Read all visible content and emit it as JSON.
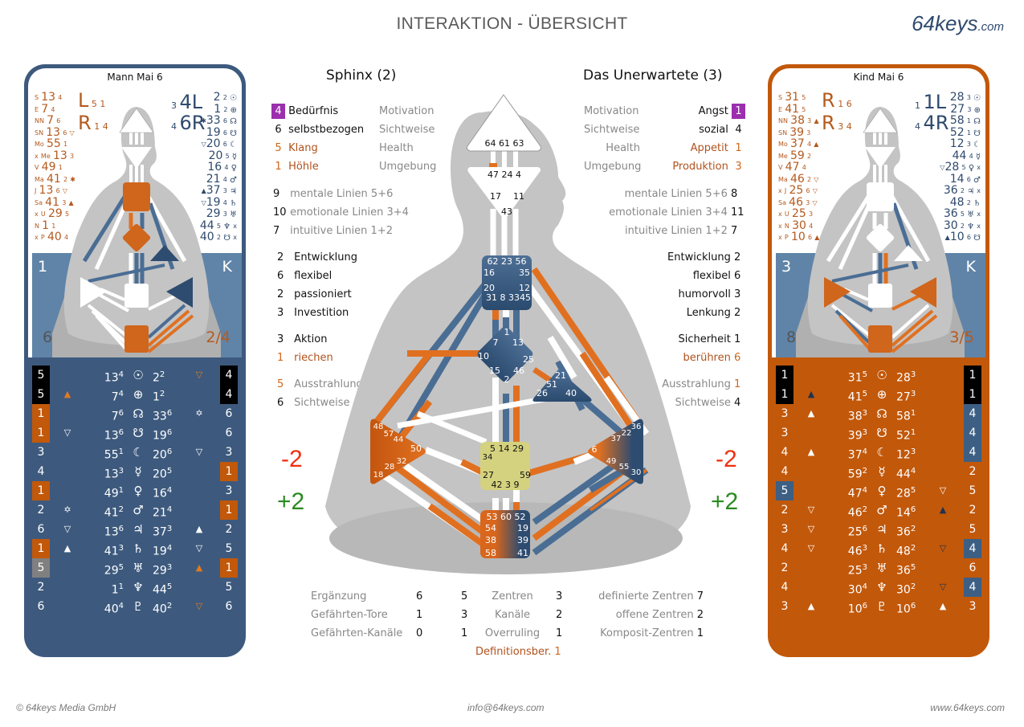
{
  "header": {
    "title": "INTERAKTION - ÜBERSICHT",
    "brand_main": "64keys",
    "brand_suffix": ".com"
  },
  "footer": {
    "copyright": "© 64keys Media GmbH",
    "email": "info@64keys.com",
    "website": "www.64keys.com"
  },
  "colors": {
    "blue": "#3d5a7e",
    "orange": "#c2580a",
    "purple": "#9b2fae",
    "red": "#f03010",
    "green": "#2a8a20",
    "yellow_center": "#d4d27e"
  },
  "left_panel": {
    "title": "Mann Mai 6",
    "top_left_letters": [
      {
        "letter": "L",
        "a": "5",
        "b": "1"
      },
      {
        "letter": "R",
        "a": "1",
        "b": "4"
      }
    ],
    "top_right_letters": [
      {
        "letter": "L",
        "a": "3",
        "b": "4"
      },
      {
        "letter": "R",
        "a": "4",
        "b": "6"
      }
    ],
    "personality_list": [
      {
        "p": "S",
        "g": "13",
        "l": "4",
        "m": ""
      },
      {
        "p": "E",
        "g": "7",
        "l": "4",
        "m": ""
      },
      {
        "p": "NN",
        "g": "7",
        "l": "6",
        "m": ""
      },
      {
        "p": "SN",
        "g": "13",
        "l": "6",
        "m": "▽"
      },
      {
        "p": "Mo",
        "g": "55",
        "l": "1",
        "m": ""
      },
      {
        "p": "Me",
        "g": "13",
        "l": "3",
        "m": "",
        "x": "x"
      },
      {
        "p": "V",
        "g": "49",
        "l": "1",
        "m": ""
      },
      {
        "p": "Ma",
        "g": "41",
        "l": "2",
        "m": "✱"
      },
      {
        "p": "J",
        "g": "13",
        "l": "6",
        "m": "▽"
      },
      {
        "p": "Sa",
        "g": "41",
        "l": "3",
        "m": "▲"
      },
      {
        "p": "U",
        "g": "29",
        "l": "5",
        "m": "",
        "x": "x"
      },
      {
        "p": "N",
        "g": "1",
        "l": "1",
        "m": ""
      },
      {
        "p": "P",
        "g": "40",
        "l": "4",
        "m": "",
        "x": "x"
      }
    ],
    "design_list": [
      {
        "g": "2",
        "l": "2",
        "s": "☉",
        "m": ""
      },
      {
        "g": "1",
        "l": "2",
        "s": "⊕",
        "m": ""
      },
      {
        "g": "33",
        "l": "6",
        "s": "☊",
        "m": "✱"
      },
      {
        "g": "19",
        "l": "6",
        "s": "☋",
        "m": ""
      },
      {
        "g": "20",
        "l": "6",
        "s": "☾",
        "m": "▽"
      },
      {
        "g": "20",
        "l": "5",
        "s": "☿",
        "m": ""
      },
      {
        "g": "16",
        "l": "4",
        "s": "♀",
        "m": ""
      },
      {
        "g": "21",
        "l": "4",
        "s": "♂",
        "m": ""
      },
      {
        "g": "37",
        "l": "3",
        "s": "♃",
        "m": "▲"
      },
      {
        "g": "19",
        "l": "4",
        "s": "♄",
        "m": "▽"
      },
      {
        "g": "29",
        "l": "3",
        "s": "♅",
        "m": ""
      },
      {
        "g": "44",
        "l": "5",
        "s": "♆",
        "m": "",
        "x": "x"
      },
      {
        "g": "40",
        "l": "2",
        "s": "☋",
        "m": "",
        "x": "x"
      }
    ],
    "corner_top_left": "1",
    "corner_top_right": "K",
    "corner_bottom_left": "6",
    "profile": "2/4",
    "gate_table": [
      {
        "ln": "5",
        "lbg": "black",
        "lm": "",
        "pg": "13",
        "pl": "4",
        "sym": "☉",
        "dg": "2",
        "dl": "2",
        "rm": "▽",
        "rmc": "orange",
        "rn": "4",
        "rbg": "black"
      },
      {
        "ln": "5",
        "lbg": "black",
        "lm": "▲",
        "lmc": "orange",
        "pg": "7",
        "pl": "4",
        "sym": "⊕",
        "dg": "1",
        "dl": "2",
        "rm": "",
        "rn": "4",
        "rbg": "black"
      },
      {
        "ln": "1",
        "lbg": "orange",
        "lm": "",
        "pg": "7",
        "pl": "6",
        "sym": "☊",
        "dg": "33",
        "dl": "6",
        "rm": "✡",
        "rn": "6",
        "rbg": ""
      },
      {
        "ln": "1",
        "lbg": "orange",
        "lm": "▽",
        "pg": "13",
        "pl": "6",
        "sym": "☋",
        "dg": "19",
        "dl": "6",
        "rm": "",
        "rn": "6",
        "rbg": ""
      },
      {
        "ln": "3",
        "lbg": "",
        "lm": "",
        "pg": "55",
        "pl": "1",
        "sym": "☾",
        "dg": "20",
        "dl": "6",
        "rm": "▽",
        "rn": "3",
        "rbg": ""
      },
      {
        "ln": "4",
        "lbg": "",
        "lm": "",
        "pg": "13",
        "pl": "3",
        "sym": "☿",
        "dg": "20",
        "dl": "5",
        "rm": "",
        "rn": "1",
        "rbg": "orange"
      },
      {
        "ln": "1",
        "lbg": "orange",
        "lm": "",
        "pg": "49",
        "pl": "1",
        "sym": "♀",
        "dg": "16",
        "dl": "4",
        "rm": "",
        "rn": "3",
        "rbg": ""
      },
      {
        "ln": "2",
        "lbg": "",
        "lm": "✡",
        "pg": "41",
        "pl": "2",
        "sym": "♂",
        "dg": "21",
        "dl": "4",
        "rm": "",
        "rn": "1",
        "rbg": "orange"
      },
      {
        "ln": "6",
        "lbg": "",
        "lm": "▽",
        "pg": "13",
        "pl": "6",
        "sym": "♃",
        "dg": "37",
        "dl": "3",
        "rm": "▲",
        "rn": "2",
        "rbg": ""
      },
      {
        "ln": "1",
        "lbg": "orange",
        "lm": "▲",
        "pg": "41",
        "pl": "3",
        "sym": "♄",
        "dg": "19",
        "dl": "4",
        "rm": "▽",
        "rn": "5",
        "rbg": ""
      },
      {
        "ln": "5",
        "lbg": "grey",
        "lm": "",
        "pg": "29",
        "pl": "5",
        "sym": "♅",
        "dg": "29",
        "dl": "3",
        "rm": "▲",
        "rmc": "orange",
        "rn": "1",
        "rbg": "orange"
      },
      {
        "ln": "2",
        "lbg": "",
        "lm": "",
        "pg": "1",
        "pl": "1",
        "sym": "♆",
        "dg": "44",
        "dl": "5",
        "rm": "",
        "rn": "5",
        "rbg": ""
      },
      {
        "ln": "6",
        "lbg": "",
        "lm": "",
        "pg": "40",
        "pl": "4",
        "sym": "♇",
        "dg": "40",
        "dl": "2",
        "rm": "▽",
        "rmc": "orange",
        "rn": "6",
        "rbg": ""
      }
    ]
  },
  "right_panel": {
    "title": "Kind Mai 6",
    "top_left_letters": [
      {
        "letter": "R",
        "a": "1",
        "b": "6"
      },
      {
        "letter": "R",
        "a": "3",
        "b": "4"
      }
    ],
    "top_right_letters": [
      {
        "letter": "L",
        "a": "1",
        "b": "1"
      },
      {
        "letter": "R",
        "a": "4",
        "b": "4"
      }
    ],
    "personality_list": [
      {
        "p": "S",
        "g": "31",
        "l": "5",
        "m": ""
      },
      {
        "p": "E",
        "g": "41",
        "l": "5",
        "m": ""
      },
      {
        "p": "NN",
        "g": "38",
        "l": "3",
        "m": "▲"
      },
      {
        "p": "SN",
        "g": "39",
        "l": "3",
        "m": ""
      },
      {
        "p": "Mo",
        "g": "37",
        "l": "4",
        "m": "▲"
      },
      {
        "p": "Me",
        "g": "59",
        "l": "2",
        "m": ""
      },
      {
        "p": "V",
        "g": "47",
        "l": "4",
        "m": ""
      },
      {
        "p": "Ma",
        "g": "46",
        "l": "2",
        "m": "▽"
      },
      {
        "p": "J",
        "g": "25",
        "l": "6",
        "m": "▽",
        "x": "x"
      },
      {
        "p": "Sa",
        "g": "46",
        "l": "3",
        "m": "▽"
      },
      {
        "p": "U",
        "g": "25",
        "l": "3",
        "m": "",
        "x": "x"
      },
      {
        "p": "N",
        "g": "30",
        "l": "4",
        "m": "",
        "x": "x"
      },
      {
        "p": "P",
        "g": "10",
        "l": "6",
        "m": "▲",
        "x": "x"
      }
    ],
    "design_list": [
      {
        "g": "28",
        "l": "3",
        "s": "☉",
        "m": ""
      },
      {
        "g": "27",
        "l": "3",
        "s": "⊕",
        "m": ""
      },
      {
        "g": "58",
        "l": "1",
        "s": "☊",
        "m": ""
      },
      {
        "g": "52",
        "l": "1",
        "s": "☋",
        "m": ""
      },
      {
        "g": "12",
        "l": "3",
        "s": "☾",
        "m": ""
      },
      {
        "g": "44",
        "l": "4",
        "s": "☿",
        "m": ""
      },
      {
        "g": "28",
        "l": "5",
        "s": "♀",
        "m": "▽",
        "x": "x"
      },
      {
        "g": "14",
        "l": "6",
        "s": "♂",
        "m": ""
      },
      {
        "g": "36",
        "l": "2",
        "s": "♃",
        "m": "",
        "x": "x"
      },
      {
        "g": "48",
        "l": "2",
        "s": "♄",
        "m": ""
      },
      {
        "g": "36",
        "l": "5",
        "s": "♅",
        "m": "",
        "x": "x"
      },
      {
        "g": "30",
        "l": "2",
        "s": "♆",
        "m": "",
        "x": "x"
      },
      {
        "g": "10",
        "l": "6",
        "s": "☋",
        "m": "▲"
      }
    ],
    "corner_top_left": "3",
    "corner_top_right": "K",
    "corner_bottom_left": "8",
    "profile": "3/5",
    "gate_table": [
      {
        "ln": "1",
        "lbg": "black",
        "lm": "",
        "pg": "31",
        "pl": "5",
        "sym": "☉",
        "dg": "28",
        "dl": "3",
        "rm": "",
        "rn": "1",
        "rbg": "black"
      },
      {
        "ln": "1",
        "lbg": "black",
        "lm": "▲",
        "lmc": "navy",
        "pg": "41",
        "pl": "5",
        "sym": "⊕",
        "dg": "27",
        "dl": "3",
        "rm": "",
        "rn": "1",
        "rbg": "black"
      },
      {
        "ln": "3",
        "lbg": "",
        "lm": "▲",
        "pg": "38",
        "pl": "3",
        "sym": "☊",
        "dg": "58",
        "dl": "1",
        "rm": "",
        "rn": "4",
        "rbg": "blue"
      },
      {
        "ln": "3",
        "lbg": "",
        "lm": "",
        "pg": "39",
        "pl": "3",
        "sym": "☋",
        "dg": "52",
        "dl": "1",
        "rm": "",
        "rn": "4",
        "rbg": "blue"
      },
      {
        "ln": "4",
        "lbg": "",
        "lm": "▲",
        "pg": "37",
        "pl": "4",
        "sym": "☾",
        "dg": "12",
        "dl": "3",
        "rm": "",
        "rn": "4",
        "rbg": "blue"
      },
      {
        "ln": "4",
        "lbg": "",
        "lm": "",
        "pg": "59",
        "pl": "2",
        "sym": "☿",
        "dg": "44",
        "dl": "4",
        "rm": "",
        "rn": "2",
        "rbg": ""
      },
      {
        "ln": "5",
        "lbg": "blue",
        "lm": "",
        "pg": "47",
        "pl": "4",
        "sym": "♀",
        "dg": "28",
        "dl": "5",
        "rm": "▽",
        "rn": "5",
        "rbg": ""
      },
      {
        "ln": "2",
        "lbg": "",
        "lm": "▽",
        "pg": "46",
        "pl": "2",
        "sym": "♂",
        "dg": "14",
        "dl": "6",
        "rm": "▲",
        "rmc": "navy",
        "rn": "2",
        "rbg": ""
      },
      {
        "ln": "3",
        "lbg": "",
        "lm": "▽",
        "pg": "25",
        "pl": "6",
        "sym": "♃",
        "dg": "36",
        "dl": "2",
        "rm": "",
        "rn": "5",
        "rbg": ""
      },
      {
        "ln": "4",
        "lbg": "",
        "lm": "▽",
        "pg": "46",
        "pl": "3",
        "sym": "♄",
        "dg": "48",
        "dl": "2",
        "rm": "▽",
        "rmc": "navy",
        "rn": "4",
        "rbg": "blue"
      },
      {
        "ln": "2",
        "lbg": "",
        "lm": "",
        "pg": "25",
        "pl": "3",
        "sym": "♅",
        "dg": "36",
        "dl": "5",
        "rm": "",
        "rn": "6",
        "rbg": ""
      },
      {
        "ln": "4",
        "lbg": "",
        "lm": "",
        "pg": "30",
        "pl": "4",
        "sym": "♆",
        "dg": "30",
        "dl": "2",
        "rm": "▽",
        "rmc": "navy",
        "rn": "4",
        "rbg": "blue"
      },
      {
        "ln": "3",
        "lbg": "",
        "lm": "▲",
        "pg": "10",
        "pl": "6",
        "sym": "♇",
        "dg": "10",
        "dl": "6",
        "rm": "▲",
        "rn": "3",
        "rbg": ""
      }
    ]
  },
  "left_stats": {
    "heading": "Sphinx (2)",
    "variables": [
      {
        "n": "4",
        "label": "Bedürfnis",
        "cat": "Motivation",
        "badge": true,
        "color": "dark"
      },
      {
        "n": "6",
        "label": "selbstbezogen",
        "cat": "Sichtweise",
        "color": "dark"
      },
      {
        "n": "5",
        "label": "Klang",
        "cat": "Health",
        "color": "brown"
      },
      {
        "n": "1",
        "label": "Höhle",
        "cat": "Umgebung",
        "color": "brown"
      }
    ],
    "lines": [
      {
        "n": "9",
        "label": "mentale Linien 5+6"
      },
      {
        "n": "10",
        "label": "emotionale Linien 3+4"
      },
      {
        "n": "7",
        "label": "intuitive Linien 1+2"
      }
    ],
    "traits": [
      {
        "n": "2",
        "label": "Entwicklung"
      },
      {
        "n": "6",
        "label": "flexibel"
      },
      {
        "n": "2",
        "label": "passioniert"
      },
      {
        "n": "3",
        "label": "Investition"
      }
    ],
    "sense": [
      {
        "n": "3",
        "label": "Aktion",
        "color": "dark"
      },
      {
        "n": "1",
        "label": "riechen",
        "color": "brown"
      }
    ],
    "aura": [
      {
        "n": "5",
        "label": "Ausstrahlung"
      },
      {
        "n": "6",
        "label": "Sichtweise"
      }
    ],
    "delta_minus": "-2",
    "delta_plus": "+2"
  },
  "right_stats": {
    "heading": "Das Unerwartete (3)",
    "variables": [
      {
        "n": "1",
        "label": "Angst",
        "cat": "Motivation",
        "badge": true,
        "color": "dark"
      },
      {
        "n": "4",
        "label": "sozial",
        "cat": "Sichtweise",
        "color": "dark"
      },
      {
        "n": "1",
        "label": "Appetit",
        "cat": "Health",
        "color": "brown"
      },
      {
        "n": "3",
        "label": "Produktion",
        "cat": "Umgebung",
        "color": "brown"
      }
    ],
    "lines": [
      {
        "n": "8",
        "label": "mentale Linien 5+6"
      },
      {
        "n": "11",
        "label": "emotionale Linien 3+4"
      },
      {
        "n": "7",
        "label": "intuitive Linien 1+2"
      }
    ],
    "traits": [
      {
        "n": "2",
        "label": "Entwicklung"
      },
      {
        "n": "6",
        "label": "flexibel"
      },
      {
        "n": "3",
        "label": "humorvoll"
      },
      {
        "n": "2",
        "label": "Lenkung"
      }
    ],
    "sense": [
      {
        "n": "1",
        "label": "Sicherheit",
        "color": "dark"
      },
      {
        "n": "6",
        "label": "berühren",
        "color": "brown"
      }
    ],
    "aura": [
      {
        "n": "1",
        "label": "Ausstrahlung"
      },
      {
        "n": "4",
        "label": "Sichtweise"
      }
    ],
    "delta_minus": "-2",
    "delta_plus": "+2"
  },
  "bottom_table": {
    "left": [
      {
        "label": "Ergänzung",
        "a": "6",
        "b": "5"
      },
      {
        "label": "Gefährten-Tore",
        "a": "1",
        "b": "3"
      },
      {
        "label": "Gefährten-Kanäle",
        "a": "0",
        "b": "1"
      }
    ],
    "middle": [
      {
        "label": "Zentren",
        "v": "3"
      },
      {
        "label": "Kanäle",
        "v": "2"
      },
      {
        "label": "Overruling",
        "v": "1"
      }
    ],
    "definition": {
      "label": "Definitionsber.",
      "v": "1"
    },
    "right": [
      {
        "label": "definierte Zentren",
        "v": "7"
      },
      {
        "label": "offene Zentren",
        "v": "2"
      },
      {
        "label": "Komposit-Zentren",
        "v": "1"
      }
    ]
  },
  "center_bodygraph": {
    "head": [
      "64",
      "61",
      "63"
    ],
    "ajna_top": [
      "47",
      "24",
      "4"
    ],
    "ajna_mid": [
      "17",
      "11"
    ],
    "ajna_bottom": "43",
    "throat": [
      "62",
      "23",
      "56",
      "16",
      "35",
      "20",
      "12",
      "31",
      "8",
      "33",
      "45"
    ],
    "g_center": [
      "1",
      "7",
      "13",
      "10",
      "25",
      "15",
      "46",
      "2"
    ],
    "heart": [
      "21",
      "51",
      "26",
      "40"
    ],
    "spleen": [
      "48",
      "57",
      "44",
      "50",
      "32",
      "28",
      "18"
    ],
    "solar_plexus": [
      "36",
      "22",
      "37",
      "6",
      "49",
      "55",
      "30"
    ],
    "sacral": [
      "5",
      "14",
      "29",
      "34",
      "27",
      "59",
      "42",
      "3",
      "9"
    ],
    "root": [
      "53",
      "60",
      "52",
      "54",
      "19",
      "38",
      "39",
      "58",
      "41"
    ]
  }
}
